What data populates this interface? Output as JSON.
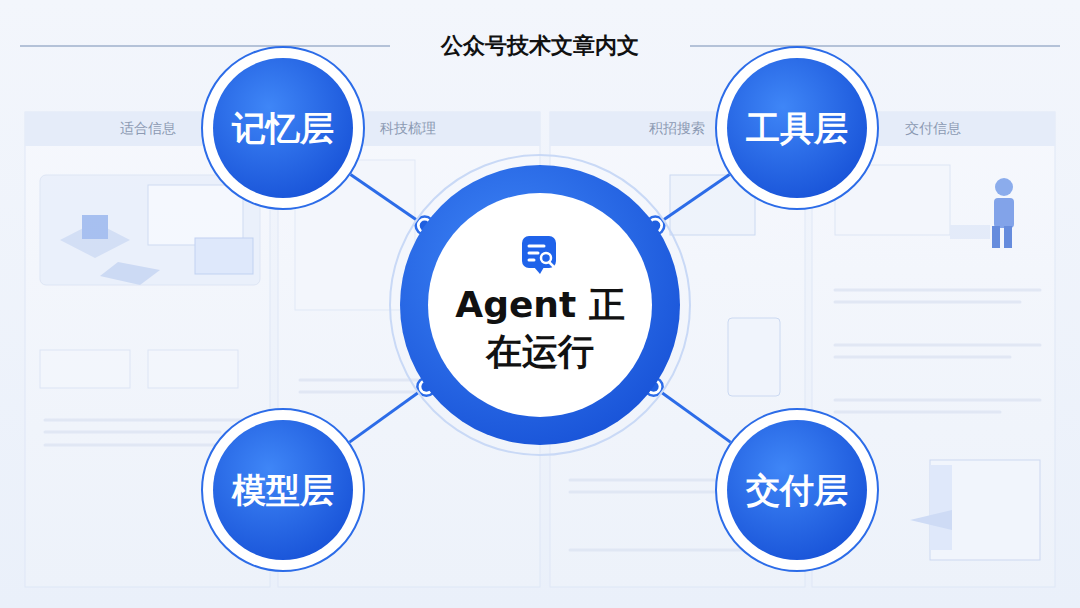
{
  "diagram": {
    "title": "公众号技术文章内文",
    "nodes": [
      {
        "text": [
          "记忆层"
        ]
      },
      {
        "text": [
          "工具层"
        ]
      },
      {
        "text": [
          "Agent 正在运行"
        ]
      },
      {
        "text": [
          "模型层"
        ]
      },
      {
        "text": [
          "交付层"
        ]
      }
    ],
    "edges": [
      {
        "from": 2,
        "to": 0,
        "arrow": "none"
      },
      {
        "from": 2,
        "to": 1,
        "arrow": "none"
      },
      {
        "from": 2,
        "to": 3,
        "arrow": "none"
      },
      {
        "from": 2,
        "to": 4,
        "arrow": "none"
      }
    ],
    "labels": [
      "适合信息",
      "科技梳理",
      "积招搜索",
      "交付信息"
    ]
  }
}
